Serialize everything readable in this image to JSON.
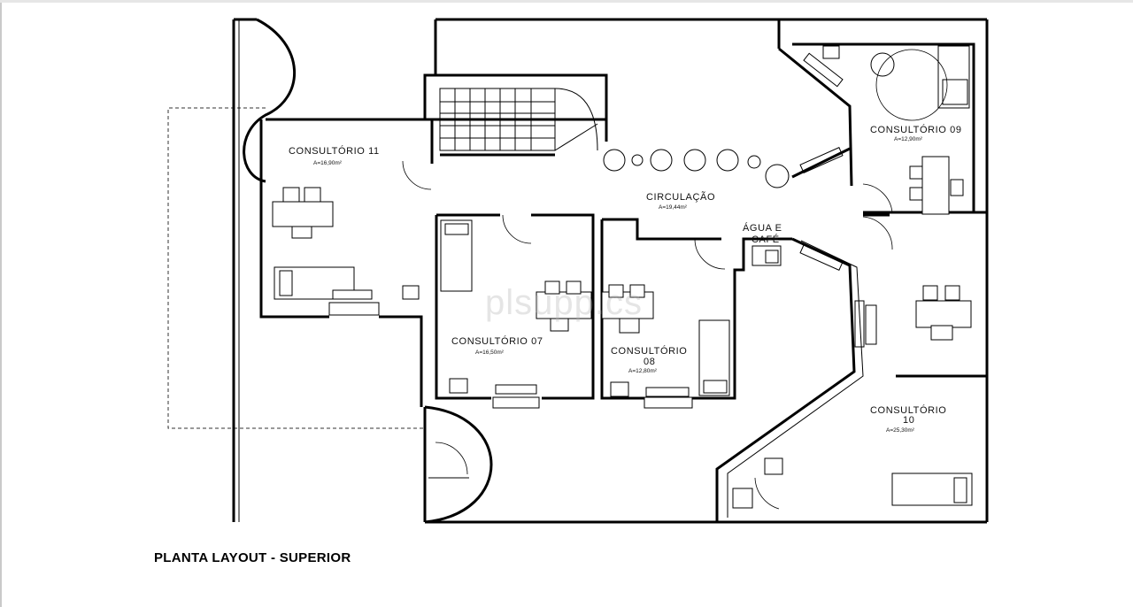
{
  "drawing": {
    "title": "PLANTA LAYOUT - SUPERIOR",
    "watermark": "plsupp.cs"
  },
  "rooms": {
    "consultorio_11": {
      "name": "CONSULTÓRIO  11",
      "area": "A=16,90m²"
    },
    "consultorio_09": {
      "name": "CONSULTÓRIO  09",
      "area": "A=12,90m²"
    },
    "circulacao": {
      "name": "CIRCULAÇÃO",
      "area": "A=19,44m²"
    },
    "agua_cafe": {
      "line1": "ÁGUA  E",
      "line2": "CAFÉ"
    },
    "consultorio_07": {
      "name": "CONSULTÓRIO  07",
      "area": "A=16,50m²"
    },
    "consultorio_08": {
      "name": "CONSULTÓRIO",
      "number": "08",
      "area": "A=12,80m²"
    },
    "consultorio_10": {
      "name": "CONSULTÓRIO",
      "number": "10",
      "area": "A=25,30m²"
    }
  }
}
